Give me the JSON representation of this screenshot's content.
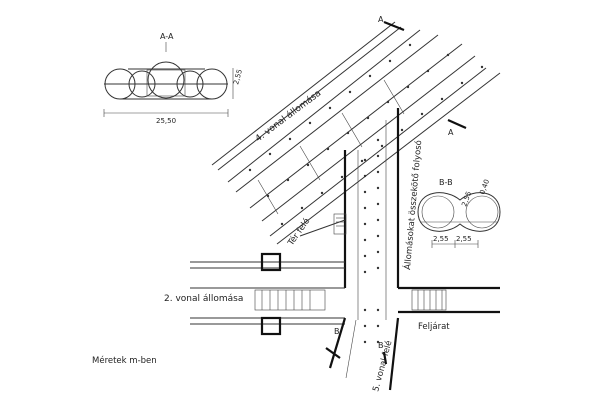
{
  "labels": {
    "section_aa_title": "A-A",
    "section_aa_width": "25,50",
    "section_aa_depth": "2,55",
    "section_bb_title": "B-B",
    "section_bb_r1": "2,55",
    "section_bb_r2": "0,40",
    "section_bb_w1": "2,55",
    "section_bb_w2": "2,55",
    "line4_station": "4. vonal állomása",
    "line2_station": "2. vonal állomása",
    "connecting_tunnel": "Állomásokat összekötő folyosó",
    "ter_fele": "Tér felé",
    "feljarat": "Feljárat",
    "line5_dir": "5. vonal felé",
    "section_mark_a": "A",
    "section_mark_b": "B",
    "units_note": "Méretek m-ben"
  }
}
